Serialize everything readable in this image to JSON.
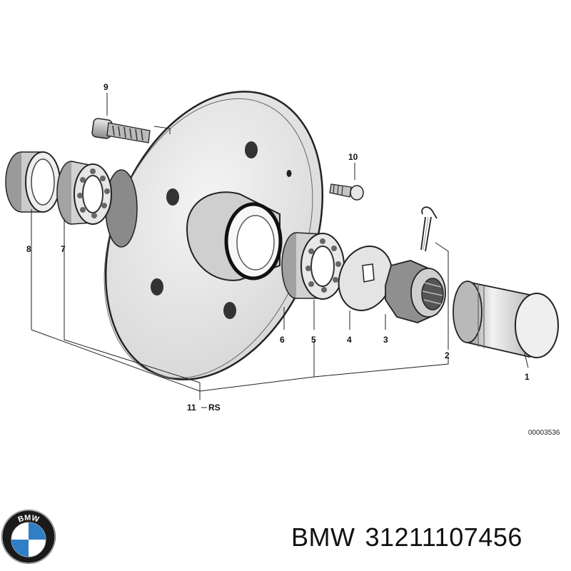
{
  "diagram": {
    "callouts": {
      "p1": "1",
      "p2": "2",
      "p3": "3",
      "p4": "4",
      "p5": "5",
      "p6": "6",
      "p7": "7",
      "p8": "8",
      "p9": "9",
      "p10": "10",
      "p11": "11",
      "rs": "RS"
    },
    "reference_number": "00003536"
  },
  "footer": {
    "brand": "BMW",
    "part_number": "31211107456",
    "logo_letters": "BMW",
    "colors": {
      "logo_blue": "#2f7ec6",
      "logo_ring": "#1a1a1a"
    }
  }
}
